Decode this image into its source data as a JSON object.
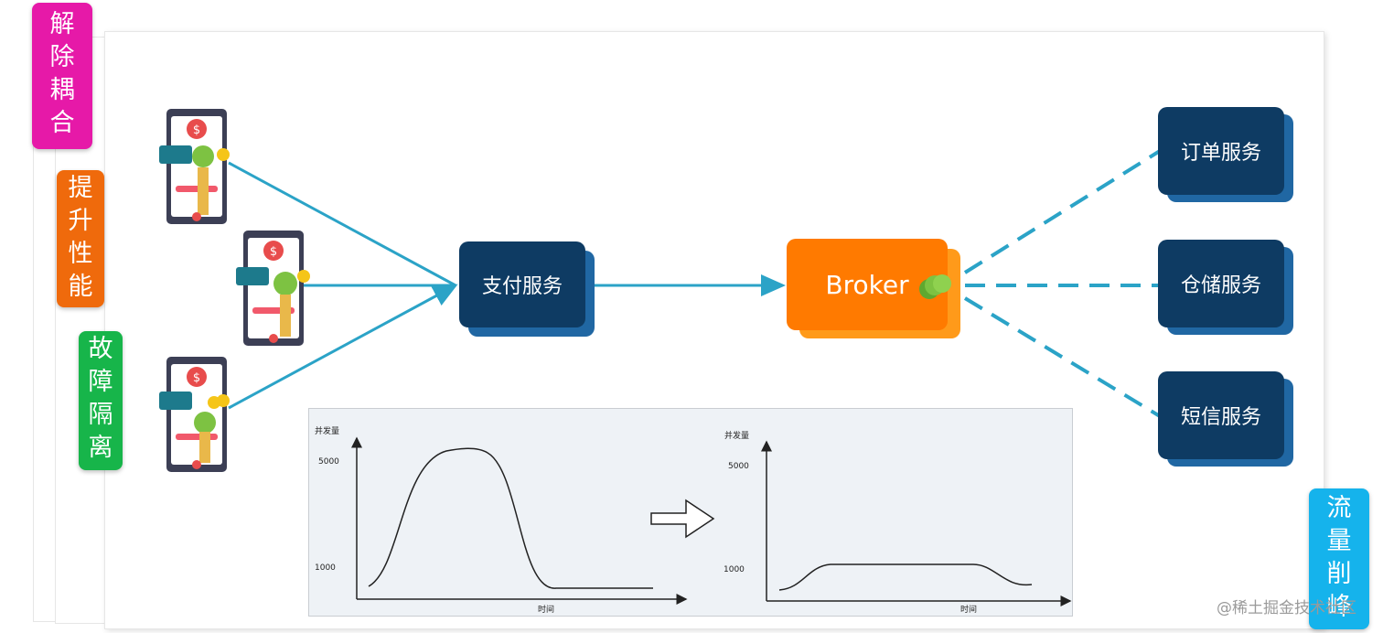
{
  "tags": {
    "decouple": "解除耦合",
    "performance": "提升性能",
    "isolation": "故障隔离",
    "peak_shaving": "流量削峰"
  },
  "services": {
    "payment": "支付服务",
    "broker": "Broker",
    "order": "订单服务",
    "warehouse": "仓储服务",
    "sms": "短信服务"
  },
  "charts": {
    "before": {
      "ylabel": "并发量",
      "xlabel": "时间",
      "y_high": "5000",
      "y_low": "1000"
    },
    "after": {
      "ylabel": "并发量",
      "xlabel": "时间",
      "y_high": "5000",
      "y_low": "1000"
    }
  },
  "watermark": "@稀土掘金技术社区",
  "colors": {
    "decouple": "#e619a8",
    "performance": "#ef6a0c",
    "isolation": "#17b54a",
    "peak_shaving": "#15b3ec",
    "service_box": "#0e3b63",
    "broker": "#ff7a00",
    "line": "#2ba3c7"
  }
}
